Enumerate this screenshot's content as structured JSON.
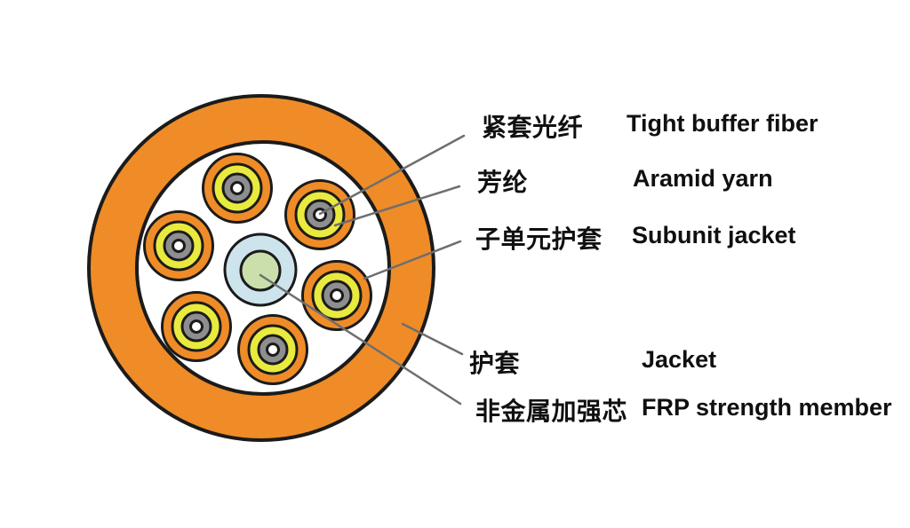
{
  "diagram": {
    "name": "fiber-optic-cable-cross-section",
    "type": "cross-section-diagram",
    "subunit_count": 6
  },
  "labels": [
    {
      "zh": "紧套光纤",
      "en": "Tight buffer fiber",
      "target": "fiber-center"
    },
    {
      "zh": "芳纶",
      "en": "Aramid yarn",
      "target": "aramid-ring"
    },
    {
      "zh": "子单元护套",
      "en": "Subunit jacket",
      "target": "subunit-jacket-ring"
    },
    {
      "zh": "护套",
      "en": "Jacket",
      "target": "outer-jacket"
    },
    {
      "zh": "非金属加强芯",
      "en": "FRP strength member",
      "target": "frp-center"
    }
  ],
  "colors": {
    "jacket_orange": "#EF8C28",
    "aramid_yellow": "#E9EA3E",
    "buffer_gray": "#8E8E90",
    "fiber_white": "#FFFFFF",
    "inner_white": "#FFFFFF",
    "frp_blue": "#CDE4EC",
    "frp_green": "#CBDFAD",
    "outline_black": "#1B1B1B",
    "leader_gray": "#6E6E6E",
    "text_black": "#101010",
    "background": "#FFFFFF"
  }
}
